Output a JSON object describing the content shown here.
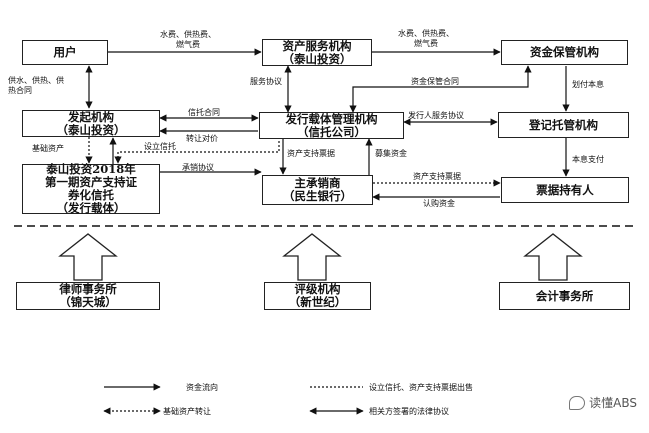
{
  "boxes": {
    "user": [
      "用户"
    ],
    "asset_service": [
      "资产服务机构",
      "（泰山投资）"
    ],
    "fund_custody": [
      "资金保管机构"
    ],
    "originator": [
      "发起机构",
      "（泰山投资）"
    ],
    "issuer_manager": [
      "发行载体管理机构",
      "（信托公司）"
    ],
    "registry": [
      "登记托管机构"
    ],
    "issuing_vehicle": [
      "泰山投资2018年",
      "第一期资产支持证",
      "券化信托",
      "（发行载体）"
    ],
    "underwriter": [
      "主承销商",
      "（民生银行）"
    ],
    "noteholder": [
      "票据持有人"
    ],
    "law_firm": [
      "律师事务所",
      "（锦天城）"
    ],
    "rating": [
      "评级机构",
      "（新世纪）"
    ],
    "accounting": [
      "会计事务所"
    ]
  },
  "labels": {
    "fees_top_left": [
      "水费、供热费、",
      "燃气费"
    ],
    "fees_top_right": [
      "水费、供热费、",
      "燃气费"
    ],
    "supply_contract": [
      "供水、供热、供",
      "热合同"
    ],
    "service_agreement": "服务协议",
    "custody_contract": "资金保管合同",
    "interest_transfer": "划付本息",
    "trust_contract": "信托合同",
    "transfer_price": "转让对价",
    "set_trust": "设立信托",
    "base_asset": "基础资产",
    "issuer_service_agreement": "发行人服务协议",
    "underwriting_agreement": "承销协议",
    "abn_note": "资产支持票据",
    "raise_funds": "募集资金",
    "abn_note_2": "资产支持票据",
    "principal_payment": "本息支付",
    "subscription_funds": "认购资金"
  },
  "legend": {
    "fund_flow": "资金流向",
    "base_asset_transfer": "基础资产转让",
    "trust_issue": "设立信托、资产支持票据出售",
    "legal_agreement": "相关方签署的法律协议"
  },
  "watermark": "读懂ABS"
}
